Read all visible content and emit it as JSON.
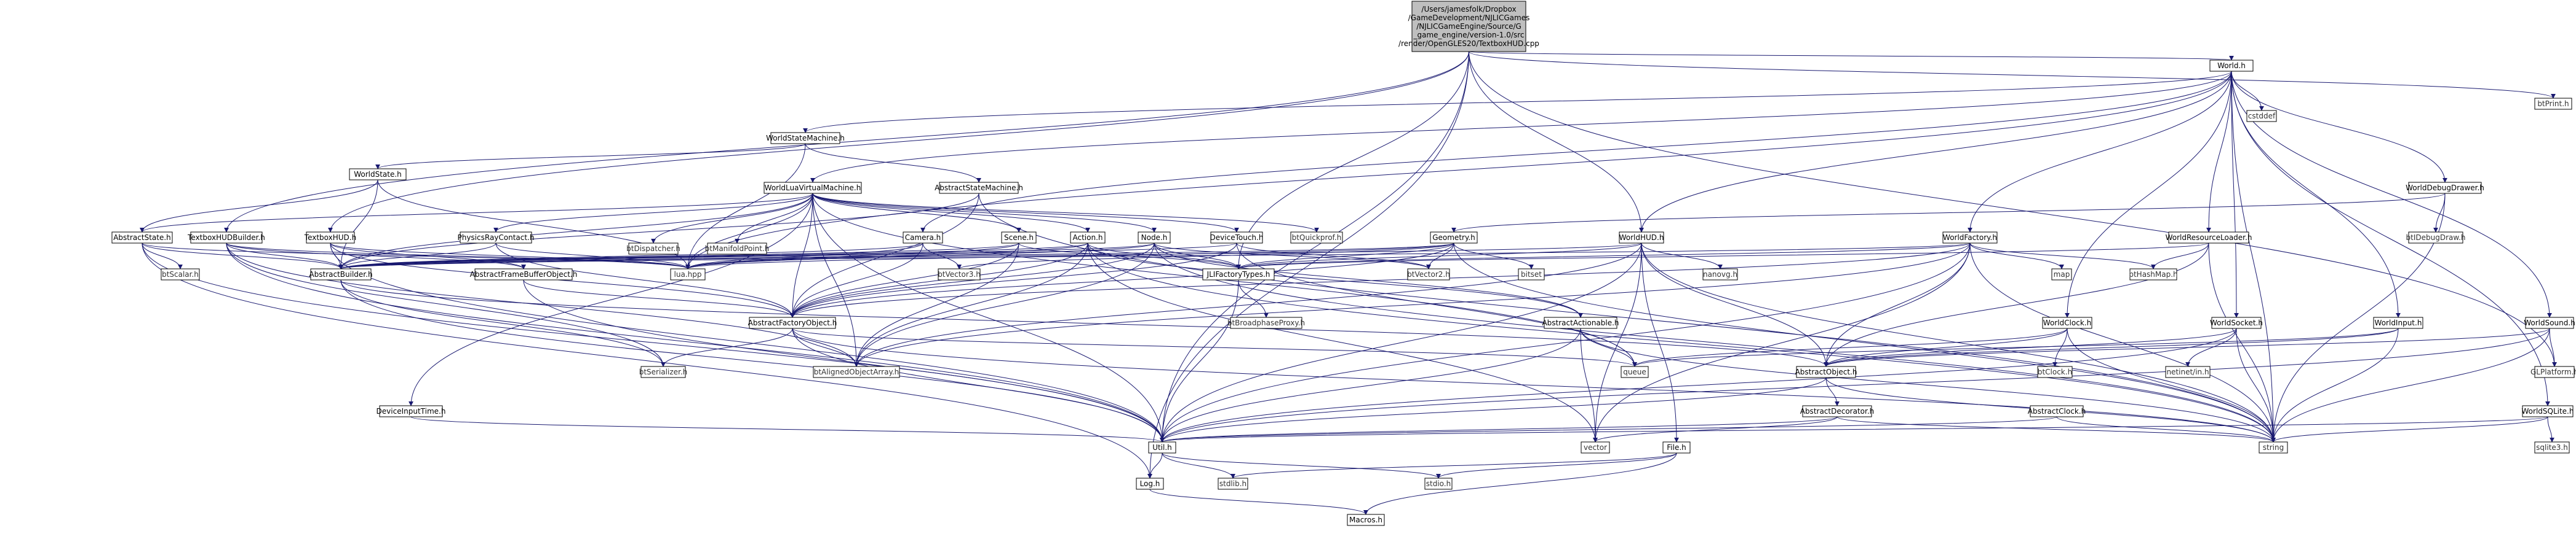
{
  "colors": {
    "edge": "#191970",
    "root_fill": "#bfbfbf",
    "node_fill": "#ffffff",
    "ext_stroke": "#bfbfbf"
  },
  "nodes": {
    "root": "/Users/jamesfolk/Dropbox\n/GameDevelopment/NJLICGames\n/NJLICGameEngine/Source/G\n_game_engine/version-1.0/src\n/render/OpenGLES20/TextboxHUD.cpp",
    "world": "World.h",
    "btprint": "btPrint.h",
    "cstddef": "cstddef",
    "worldstatemachine": "WorldStateMachine.h",
    "worldstate": "WorldState.h",
    "worldluavm": "WorldLuaVirtualMachine.h",
    "abstractstatemachine": "AbstractStateMachine.h",
    "worlddebugdrawer": "WorldDebugDrawer.h",
    "btdebugdraw": "btIDebugDraw.h",
    "worldresourceloader": "WorldResourceLoader.h",
    "worldhud": "WorldHUD.h",
    "worldfactory": "WorldFactory.h",
    "geometry": "Geometry.h",
    "camera": "Camera.h",
    "scene": "Scene.h",
    "action": "Action.h",
    "node": "Node.h",
    "devicetouch": "DeviceTouch.h",
    "btquickprof": "btQuickprof.h",
    "physicsraycontact": "PhysicsRayContact.h",
    "btdispatcher": "btDispatcher.h",
    "btmanifoldpoint": "btManifoldPoint.h",
    "abstractstate": "AbstractState.h",
    "textboxhudbuilder": "TextboxHUDBuilder.h",
    "textboxhud": "TextboxHUD.h",
    "btscalar": "btScalar.h",
    "abstractbuilder": "AbstractBuilder.h",
    "abstractframebufferobject": "AbstractFrameBufferObject.h",
    "luahpp": "lua.hpp",
    "btvector3": "btVector3.h",
    "btvector2": "btVector2.h",
    "bitset": "bitset",
    "nanovg": "nanovg.h",
    "map": "map",
    "bthashmap": "btHashMap.h",
    "jlifactorytypes": "JLIFactoryTypes.h",
    "btbroadphaseproxy": "btBroadphaseProxy.h",
    "abstractfactoryobject": "AbstractFactoryObject.h",
    "abstractactionable": "AbstractActionable.h",
    "worldclock": "WorldClock.h",
    "worldsocket": "WorldSocket.h",
    "worldinput": "WorldInput.h",
    "worldsound": "WorldSound.h",
    "glplatform": "GLPlatform.h",
    "worldsqlite": "WorldSQLite.h",
    "sqlite3": "sqlite3.h",
    "btserializer": "btSerializer.h",
    "btalignedobjectarray": "btAlignedObjectArray.h",
    "queue": "queue",
    "abstractobject": "AbstractObject.h",
    "btclock": "btClock.h",
    "netinetin": "netinet/in.h",
    "abstractdecorator": "AbstractDecorator.h",
    "abstractclock": "AbstractClock.h",
    "deviceinputtime": "DeviceInputTime.h",
    "util": "Util.h",
    "vector": "vector",
    "file": "File.h",
    "string": "string",
    "log": "Log.h",
    "stdlib": "stdlib.h",
    "stdio": "stdio.h",
    "macros": "Macros.h"
  }
}
